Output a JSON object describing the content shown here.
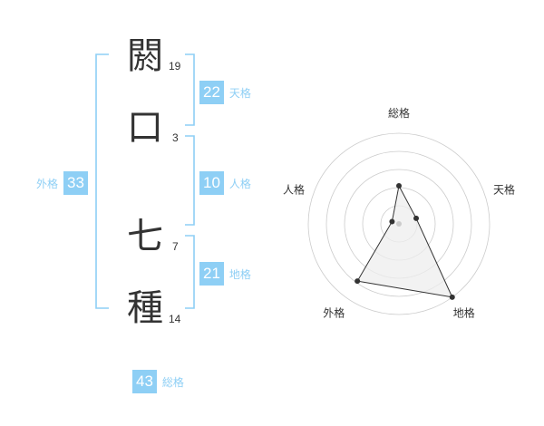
{
  "colors": {
    "accent": "#8ecff5",
    "text": "#333333",
    "ring": "#cccccc",
    "fill": "#eeeeee",
    "point": "#333333"
  },
  "name": {
    "characters": [
      {
        "char": "閼",
        "strokes": "19"
      },
      {
        "char": "口",
        "strokes": "3"
      },
      {
        "char": "七",
        "strokes": "7"
      },
      {
        "char": "種",
        "strokes": "14"
      }
    ]
  },
  "fortunes": {
    "tenkaku": {
      "value": "22",
      "label": "天格"
    },
    "jinkaku": {
      "value": "10",
      "label": "人格"
    },
    "chikaku": {
      "value": "21",
      "label": "地格"
    },
    "gaikaku": {
      "value": "33",
      "label": "外格"
    },
    "soukaku": {
      "value": "43",
      "label": "総格"
    }
  },
  "radar": {
    "axes": [
      {
        "label": "総格",
        "value": 0.42
      },
      {
        "label": "天格",
        "value": 0.2
      },
      {
        "label": "地格",
        "value": 1.0
      },
      {
        "label": "外格",
        "value": 0.78
      },
      {
        "label": "人格",
        "value": 0.08
      }
    ],
    "rings": 5,
    "max": 1.0
  }
}
